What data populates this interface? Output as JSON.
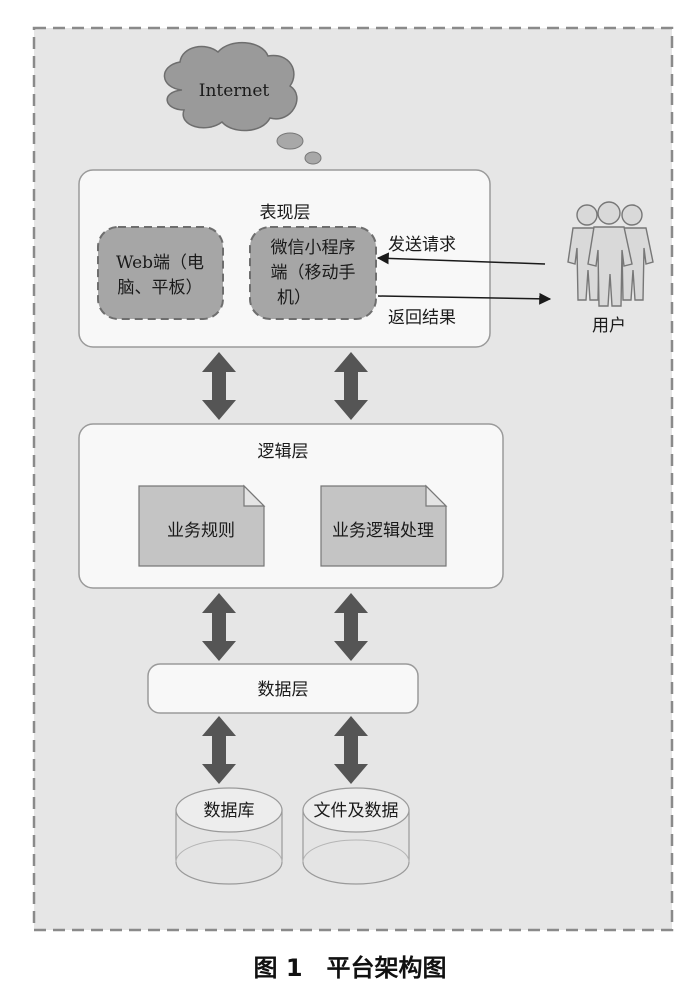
{
  "internet": {
    "label": "Internet"
  },
  "presentation": {
    "title": "表现层",
    "web_client": {
      "line1": "Web端（电",
      "line2": "脑、平板）"
    },
    "wechat_client": {
      "line1": "微信小程序",
      "line2": "端（移动手",
      "line3": "机）"
    }
  },
  "user": {
    "label": "用户",
    "send_request": "发送请求",
    "return_result": "返回结果"
  },
  "logic": {
    "title": "逻辑层",
    "doc1": "业务规则",
    "doc2": "业务逻辑处理"
  },
  "data_layer": {
    "title": "数据层"
  },
  "storage": {
    "db": "数据库",
    "files": "文件及数据"
  },
  "caption": "图 1　平台架构图",
  "colors": {
    "background": "#e6e6e6",
    "panel": "#f8f8f8",
    "cloud": "#9a9a9a",
    "client_box": "#a6a6a6",
    "document": "#c4c4c4",
    "arrow": "#555555",
    "user_figure": "#d9d9d9"
  }
}
